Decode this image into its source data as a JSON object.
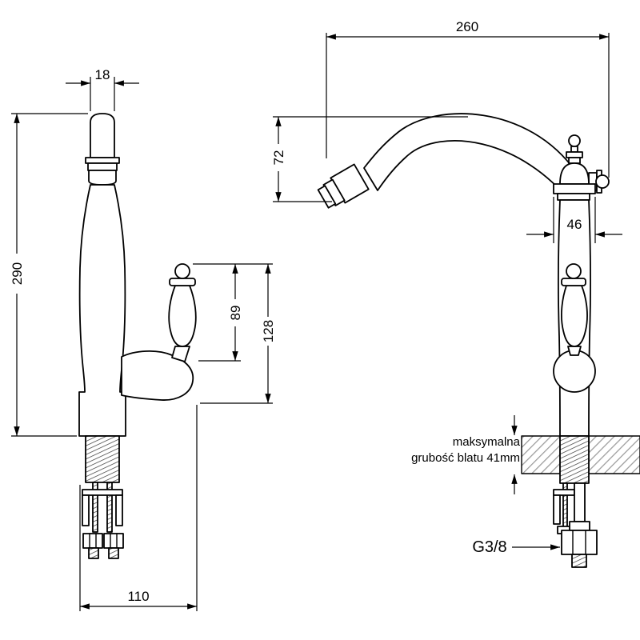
{
  "drawing": {
    "background": "#ffffff",
    "line_color": "#000000",
    "hatch_color": "#9a9a9a",
    "front_view": {
      "dim_spout_tip_width": "18",
      "dim_height": "290",
      "dim_handle_height": "89",
      "dim_handle_overall": "128",
      "dim_base_reach": "110"
    },
    "side_view": {
      "dim_spout_reach": "260",
      "dim_spout_drop": "72",
      "dim_body_width": "46",
      "countertop_note_line1": "maksymalna",
      "countertop_note_line2": "grubość blatu 41mm",
      "dim_connection_thread": "G3/8"
    }
  }
}
